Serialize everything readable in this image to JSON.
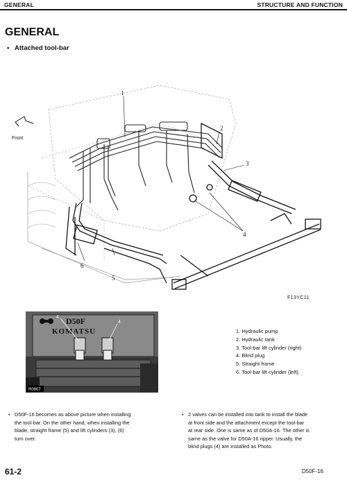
{
  "header": {
    "left": "GENERAL",
    "right": "STRUCTURE AND FUNCTION"
  },
  "title": "GENERAL",
  "subtitle_bullet": "•",
  "subtitle": "Attached tool-bar",
  "diagram": {
    "front_label": "Front",
    "callouts": [
      "1",
      "2",
      "3",
      "4",
      "5",
      "6"
    ]
  },
  "figure_code": "F13YC11",
  "photo": {
    "model_plate": "D50F",
    "brand_plate": "KOMATSU",
    "callout_4_left": "4",
    "callout_4_right": "4",
    "photo_code": "R0907"
  },
  "legend": [
    "1. Hydraulic pump",
    "2. Hydraulic tank",
    "3. Tool-bar lift cylinder (right)",
    "4. Blind plug",
    "5. Straight frame",
    "6. Tool-bar lift cylinder (left)"
  ],
  "paragraphs": {
    "left_lines": [
      "D50F-16 becomes as above picture when installing",
      "the tool-bar. On the other hand, when installing the",
      "blade, straight frame (5) and lift cylinders (3), (6)",
      "turn over."
    ],
    "right_lines": [
      "2 valves can be installed into tank to install the blade",
      "at front side and the attachment except the tool-bar",
      "at rear side. One is same as of D50A-16. The other is",
      "same as the valve for D50A-16 ripper. Usually, the",
      "blind plugs (4) are installed as Photo."
    ],
    "bullet": "•"
  },
  "footer": {
    "page": "61-2",
    "model": "D50F-16"
  }
}
